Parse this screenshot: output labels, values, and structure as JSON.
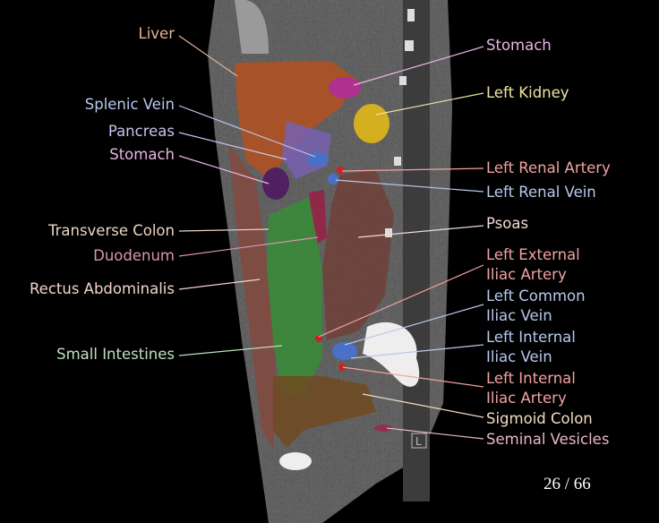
{
  "labels_left": [
    {
      "text": "Liver",
      "color": "#e8b48f"
    },
    {
      "text": "Splenic Vein",
      "color": "#b8c8ee"
    },
    {
      "text": "Pancreas",
      "color": "#cac2ee"
    },
    {
      "text": "Stomach",
      "color": "#eab4e4"
    },
    {
      "text": "Transverse Colon",
      "color": "#ead6c2"
    },
    {
      "text": "Duodenum",
      "color": "#d994b4"
    },
    {
      "text": "Rectus Abdominalis",
      "color": "#f2d4cc"
    },
    {
      "text": "Small Intestines",
      "color": "#bce2bc"
    }
  ],
  "labels_right": [
    {
      "text": "Stomach",
      "color": "#eab4e4"
    },
    {
      "text": "Left Kidney",
      "color": "#f0e2a2"
    },
    {
      "text": "Left Renal Artery",
      "color": "#f2a2a2"
    },
    {
      "text": "Left Renal Vein",
      "color": "#b8c8ee"
    },
    {
      "text": "Psoas",
      "color": "#f2dcd4"
    },
    {
      "text": "Left External Iliac Artery",
      "line1": "Left External",
      "line2": "Iliac Artery",
      "color": "#f2a2a2"
    },
    {
      "text": "Left Common Iliac Vein",
      "line1": "Left Common",
      "line2": "Iliac Vein",
      "color": "#b8c8ee"
    },
    {
      "text": "Left Internal Iliac Vein",
      "line1": "Left Internal",
      "line2": "Iliac Vein",
      "color": "#b8c8ee"
    },
    {
      "text": "Left Internal Iliac Artery",
      "line1": "Left Internal",
      "line2": "Iliac Artery",
      "color": "#f2a2a2"
    },
    {
      "text": "Sigmoid Colon",
      "color": "#f2dcc2"
    },
    {
      "text": "Seminal Vesicles",
      "color": "#eab8c8"
    }
  ],
  "orientation_marker": "L",
  "page_indicator": "26 / 66"
}
